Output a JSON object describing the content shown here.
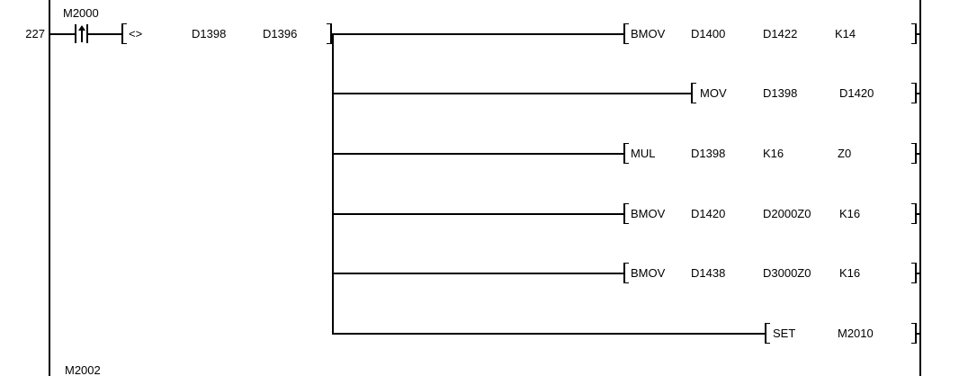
{
  "rung": {
    "step_number": "227",
    "contact": {
      "label": "M2000",
      "type": "rising-pulse-contact"
    },
    "compare": {
      "operator": "<>",
      "operand1": "D1398",
      "operand2": "D1396"
    },
    "instructions": [
      {
        "name": "BMOV",
        "op1": "D1400",
        "op2": "D1422",
        "op3": "K14"
      },
      {
        "name": "MOV",
        "op1": "D1398",
        "op2": "D1420"
      },
      {
        "name": "MUL",
        "op1": "D1398",
        "op2": "K16",
        "op3": "Z0"
      },
      {
        "name": "BMOV",
        "op1": "D1420",
        "op2": "D2000Z0",
        "op3": "K16"
      },
      {
        "name": "BMOV",
        "op1": "D1438",
        "op2": "D3000Z0",
        "op3": "K16"
      },
      {
        "name": "SET",
        "op1": "M2010"
      }
    ],
    "next_rung_label": "M2002"
  },
  "colors": {
    "line": "#000000",
    "text": "#000000",
    "background": "#ffffff"
  }
}
